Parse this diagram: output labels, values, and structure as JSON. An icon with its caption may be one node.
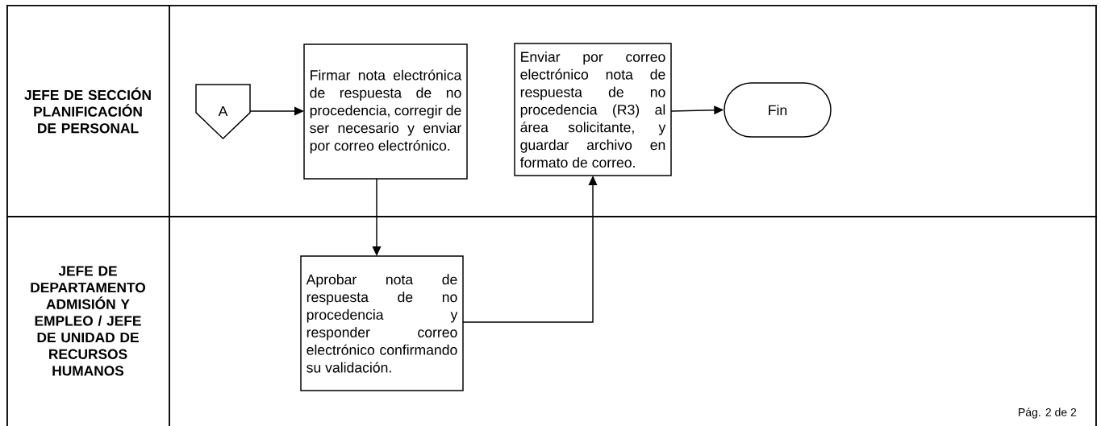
{
  "diagram": {
    "nodes": [
      {
        "text": [
          "JEFE DE SECCIÓN PLANIFICACIÓN DE PERSONAL"
        ]
      },
      {
        "text": [
          "JEFE DE DEPARTAMENTO ADMISIÓN Y EMPLEO / JEFE DE UNIDAD DE RECURSOS HUMANOS"
        ]
      },
      {
        "text": [
          "A"
        ],
        "in": 0
      },
      {
        "text": [
          "Firmar nota electrónica de respuesta de no procedencia, corregir de ser necesario y enviar por correo electrónico."
        ],
        "in": 0
      },
      {
        "text": [
          "Enviar por correo electrónico nota de respuesta de no procedencia (R3) al área solicitante, y guardar archivo en formato de correo."
        ],
        "in": 0
      },
      {
        "text": [
          "Fin"
        ],
        "in": 0
      },
      {
        "text": [
          "Aprobar nota de respuesta de no procedencia y responder correo electrónico confirmando su validación."
        ],
        "in": 1
      }
    ],
    "edges": [
      {
        "from": 2,
        "to": 3,
        "arrow": "to"
      },
      {
        "from": 3,
        "to": 6,
        "arrow": "to"
      },
      {
        "from": 6,
        "to": 4,
        "arrow": "to"
      },
      {
        "from": 4,
        "to": 5,
        "arrow": "to"
      }
    ],
    "labels": [
      "Pág. 2 de 2"
    ]
  }
}
